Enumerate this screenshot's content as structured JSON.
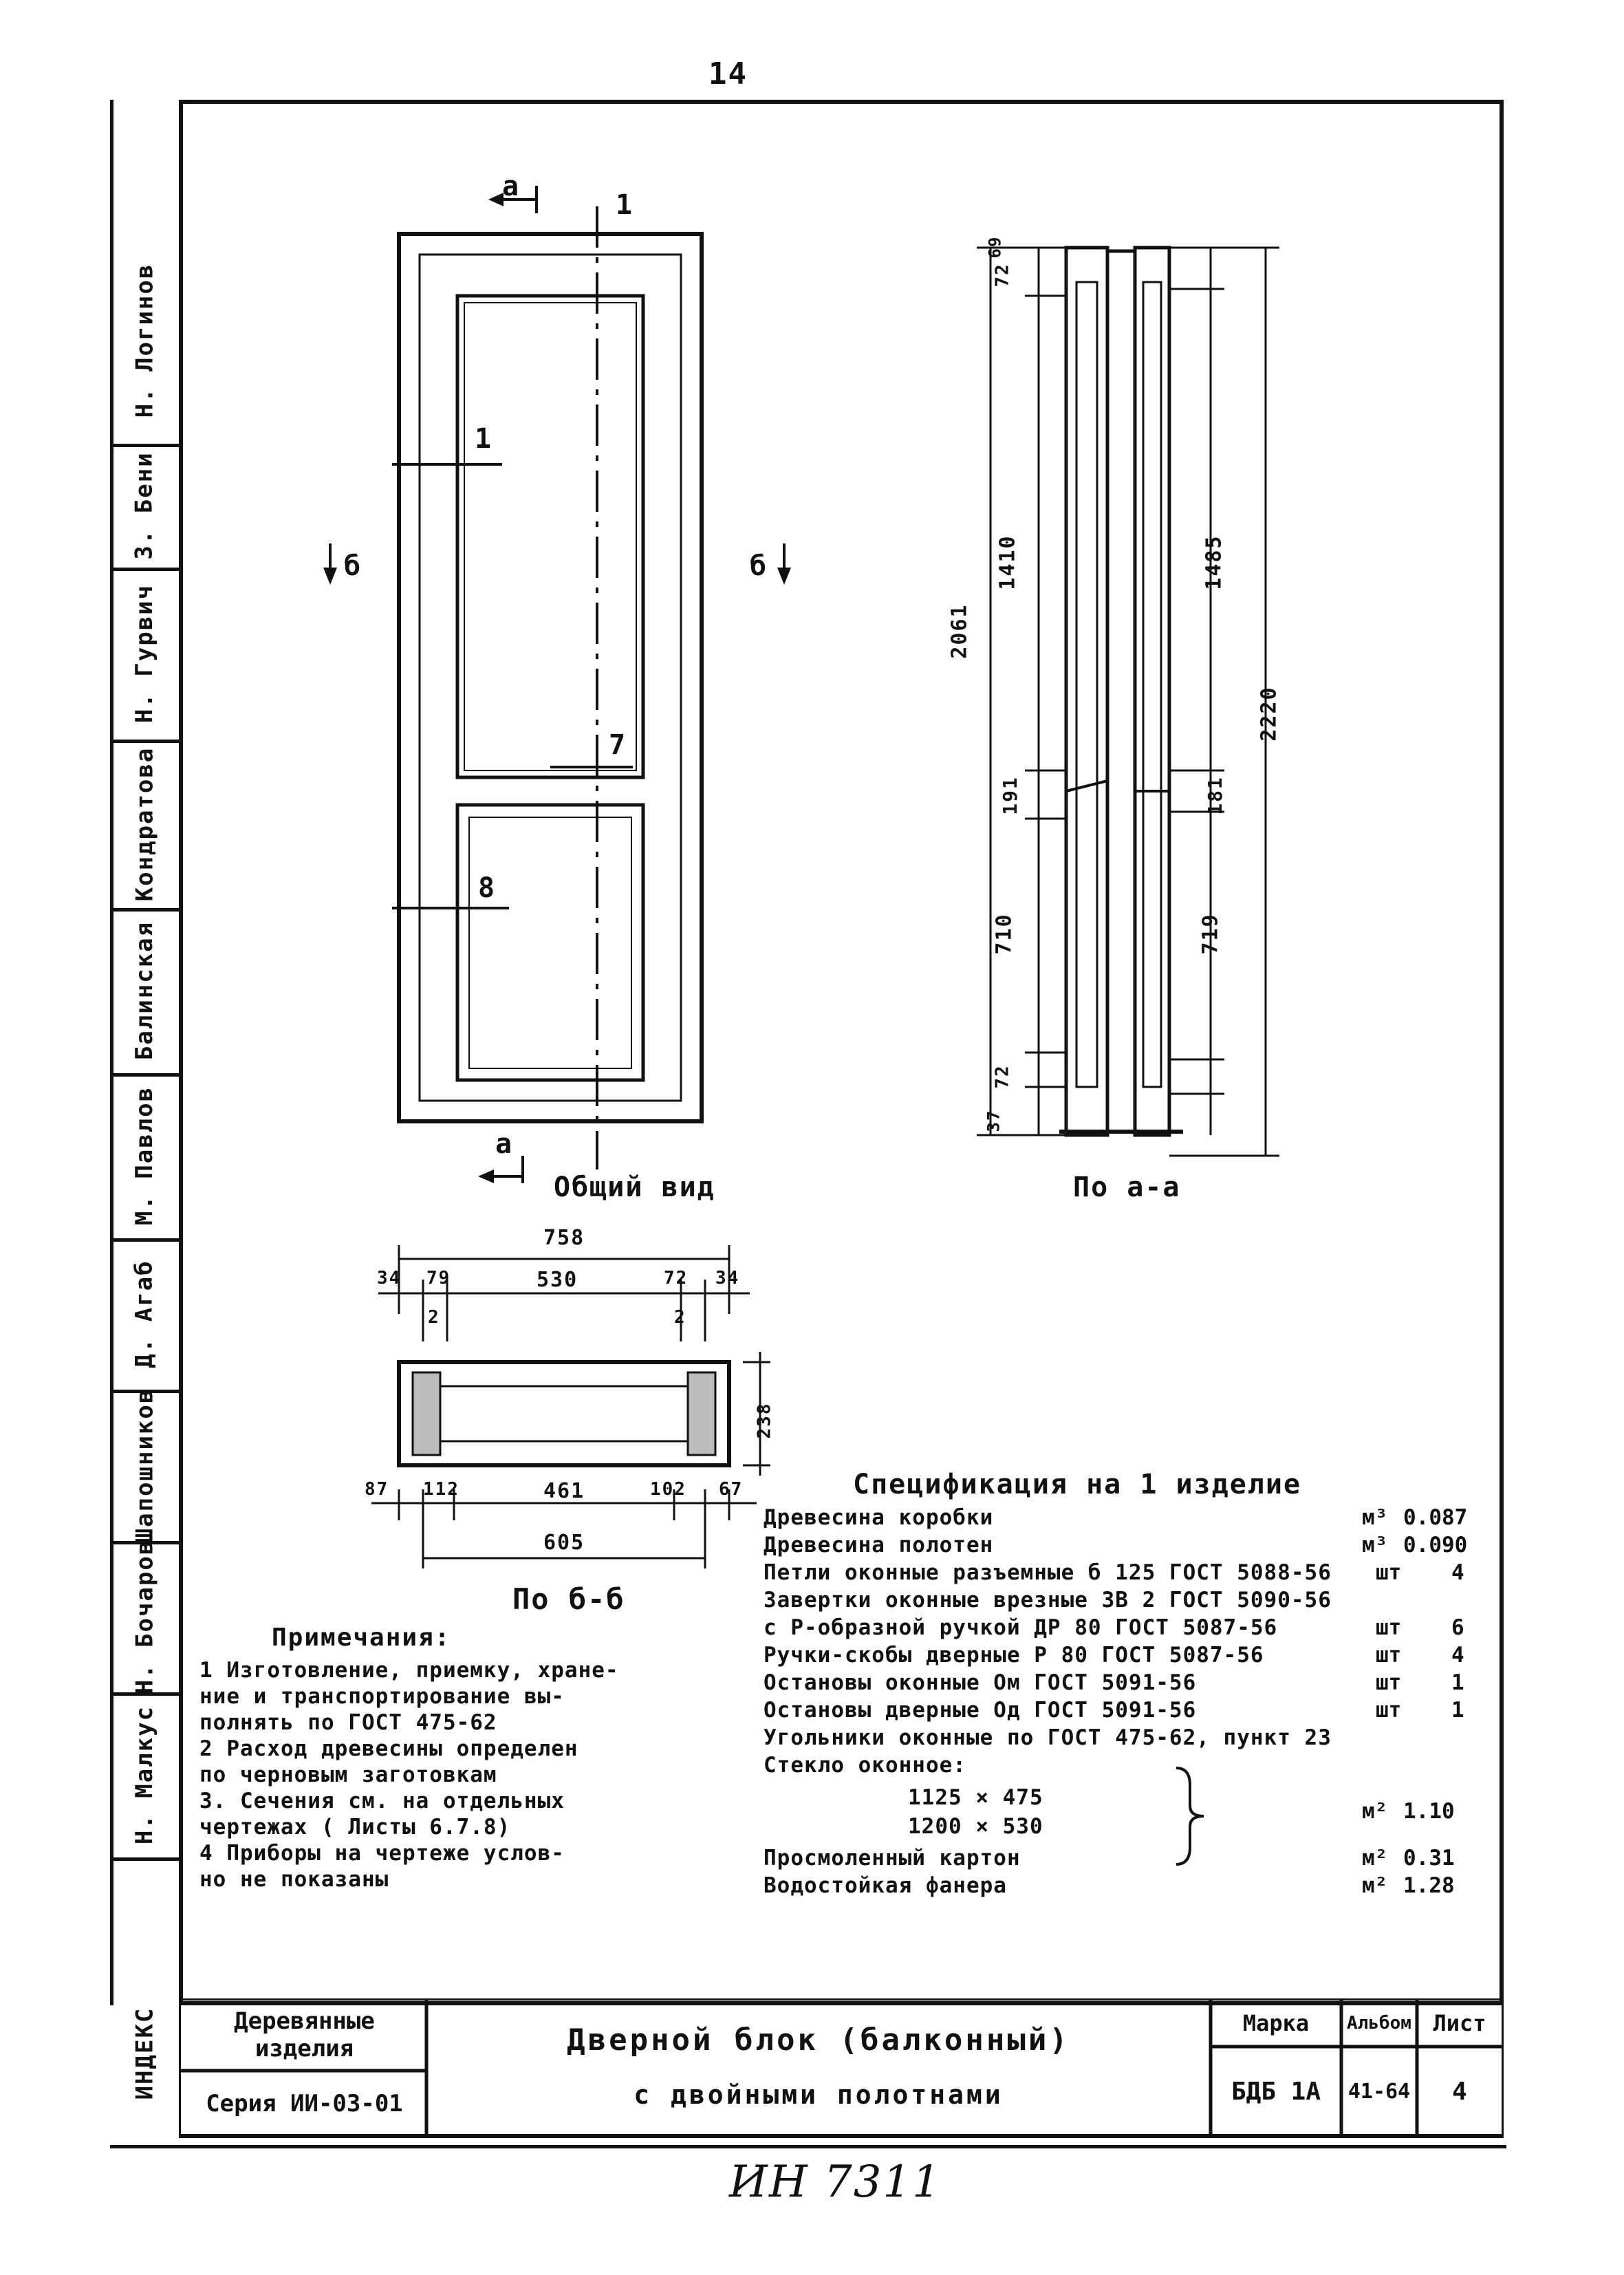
{
  "page_number": "14",
  "inventory_number": "ИН 7311",
  "side_labels": [
    "Н. Логинов",
    "З. Бени",
    "Н. Гурвич",
    "Кондратова",
    "Балинская",
    "М. Павлов",
    "Д. Агаб",
    "Шапошников",
    "Н. Бочаров",
    "Н. Малкус"
  ],
  "inv_label": "ИНДЕКС",
  "views": {
    "front_title": "Общий вид",
    "section_aa_title": "По а-а",
    "section_bb_title": "По б-б",
    "cut_a": "а",
    "cut_b": "б",
    "callout_1": "1",
    "callout_7": "7",
    "callout_8": "8"
  },
  "dims_aa": {
    "total_left": "2061",
    "top_left": "1410",
    "bottom_left": "710",
    "total_right": "2220",
    "top_right": "1485",
    "bottom_right": "719",
    "mid_left": "191",
    "mid_right": "181",
    "small_top": "72",
    "small_bot": "72",
    "edge_top": "69",
    "edge_bot": "37"
  },
  "dims_bb": {
    "overall": "758",
    "inner": "530",
    "left_outer": "34",
    "left_mid": "79",
    "right_mid": "72",
    "right_outer": "34",
    "left_small": "2",
    "right_small": "2",
    "depth": "238",
    "bot_left_outer": "87",
    "bot_left_mid": "112",
    "bot_inner": "461",
    "bot_right_mid": "102",
    "bot_right_outer": "67",
    "bot_overall": "605"
  },
  "spec": {
    "title": "Спецификация на 1 изделие",
    "rows": [
      {
        "name": "Древесина коробки",
        "unit": "м³",
        "qty": "0.087"
      },
      {
        "name": "Древесина полотен",
        "unit": "м³",
        "qty": "0.090"
      },
      {
        "name": "Петли оконные разъемные б 125 ГОСТ 5088-56",
        "unit": "шт",
        "qty": "4"
      },
      {
        "name": "Завертки оконные врезные ЗВ 2 ГОСТ 5090-56",
        "unit": "",
        "qty": ""
      },
      {
        "name": "с Р-образной ручкой ДР 80   ГОСТ 5087-56",
        "unit": "шт",
        "qty": "6"
      },
      {
        "name": "Ручки-скобы дверные Р 80   ГОСТ 5087-56",
        "unit": "шт",
        "qty": "4"
      },
      {
        "name": "Остановы оконные Ом        ГОСТ 5091-56",
        "unit": "шт",
        "qty": "1"
      },
      {
        "name": "Остановы дверные Од        ГОСТ 5091-56",
        "unit": "шт",
        "qty": "1"
      },
      {
        "name": "Угольники оконные по       ГОСТ 475-62, пункт 23",
        "unit": "",
        "qty": ""
      },
      {
        "name": "Стекло оконное:",
        "unit": "",
        "qty": ""
      }
    ],
    "glass_1": "1125 × 475",
    "glass_2": "1200 × 530",
    "glass_unit": "м²",
    "glass_qty": "1.10",
    "row_karton": "Просмоленный картон",
    "karton_unit": "м²",
    "karton_qty": "0.31",
    "row_fanera": "Водостойкая фанера",
    "fanera_unit": "м²",
    "fanera_qty": "1.28"
  },
  "notes": {
    "title": "Примечания:",
    "lines": [
      "1  Изготовление, приемку, хране-",
      "   ние и транспортирование вы-",
      "   полнять по ГОСТ 475-62",
      "2  Расход древесины определен",
      "   по черновым заготовкам",
      "3. Сечения см. на отдельных",
      "   чертежах ( Листы 6.7.8)",
      "4  Приборы на чертеже услов-",
      "   но не показаны"
    ]
  },
  "title_block": {
    "category": "Деревянные изделия",
    "series": "Серия ИИ-03-01",
    "title_line1": "Дверной блок (балконный)",
    "title_line2": "с двойными полотнами",
    "mark_header": "Марка",
    "album_header": "Альбом",
    "sheet_header": "Лист",
    "mark_value": "БДБ 1А",
    "album_value": "41-64",
    "sheet_value": "4"
  }
}
